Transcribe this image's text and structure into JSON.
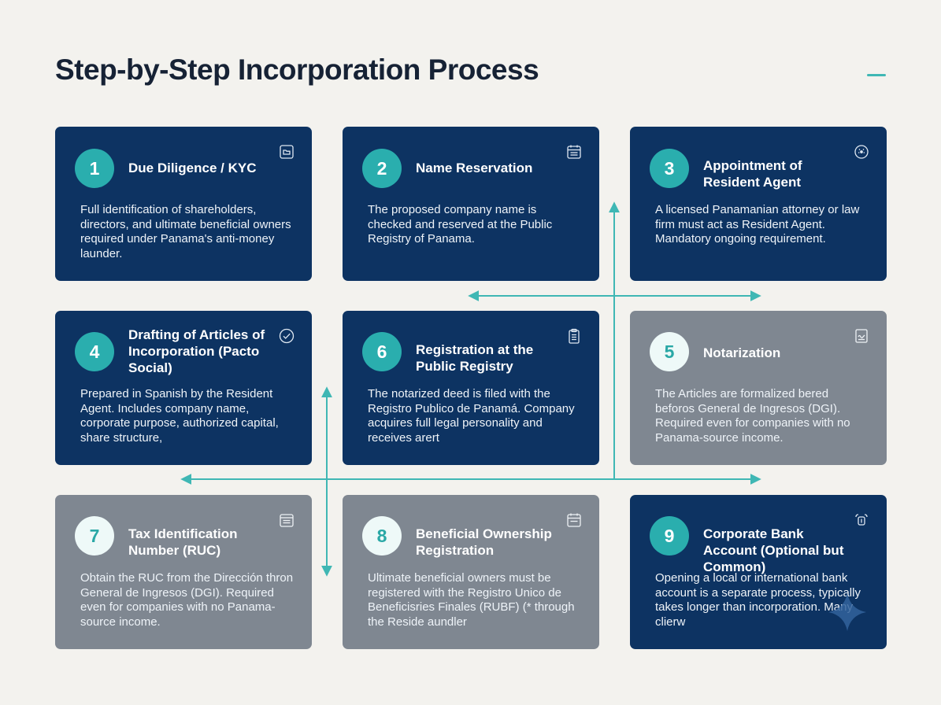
{
  "title": "Step-by-Step Incorporation Process",
  "colors": {
    "background": "#f3f2ee",
    "card_dark": "#0d3362",
    "card_gray": "#7f8791",
    "accent_teal": "#2aaeae",
    "connector": "#3fb7b4"
  },
  "steps": [
    {
      "number": "1",
      "title": "Due Diligence / KYC",
      "icon": "folder-icon",
      "description": "Full identification of shareholders, directors, and ultimate beneficial owners required under Panama's anti-money launder."
    },
    {
      "number": "2",
      "title": "Name Reservation",
      "icon": "calendar-icon",
      "description": "The proposed company name is checked and reserved at the Public Registry of Panama."
    },
    {
      "number": "3",
      "title": "Appointment of Resident Agent",
      "icon": "stamp-icon",
      "description": "A licensed Panamanian attorney or law firm must act as Resident Agent. Mandatory ongoing requirement."
    },
    {
      "number": "4",
      "title": "Drafting of Articles of Incorporation (Pacto Social)",
      "icon": "check-circle-icon",
      "description": "Prepared in Spanish by the Resident Agent. Includes company name, corporate purpose, authorized capital, share structure,"
    },
    {
      "number": "6",
      "title": "Registration at the Public Registry",
      "icon": "clipboard-icon",
      "description": "The notarized deed is filed with the Registro Publico de Panamá. Company acquires full legal personality and receives arert"
    },
    {
      "number": "5",
      "title": "Notarization",
      "icon": "signed-document-icon",
      "description": "The Articles are formalized bered beforos General de Ingresos (DGI). Required even for companies with no Panama-source income."
    },
    {
      "number": "7",
      "title": "Tax Identification Number (RUC)",
      "icon": "document-list-icon",
      "description": "Obtain the RUC from the Dirección thron General de Ingresos (DGI). Required even for companies with no Panama-source income."
    },
    {
      "number": "8",
      "title": "Beneficial Ownership Registration",
      "icon": "calendar-icon",
      "description": "Ultimate beneficial owners must be registered with the Registro Unico de Beneficisries Finales (RUBF) (* through the Reside aundler"
    },
    {
      "number": "9",
      "title": "Corporate Bank Account (Optional but Common)",
      "icon": "bank-icon",
      "description": "Opening a local or international bank account is a separate process, typically takes longer than incorporation. Many clierw"
    }
  ]
}
